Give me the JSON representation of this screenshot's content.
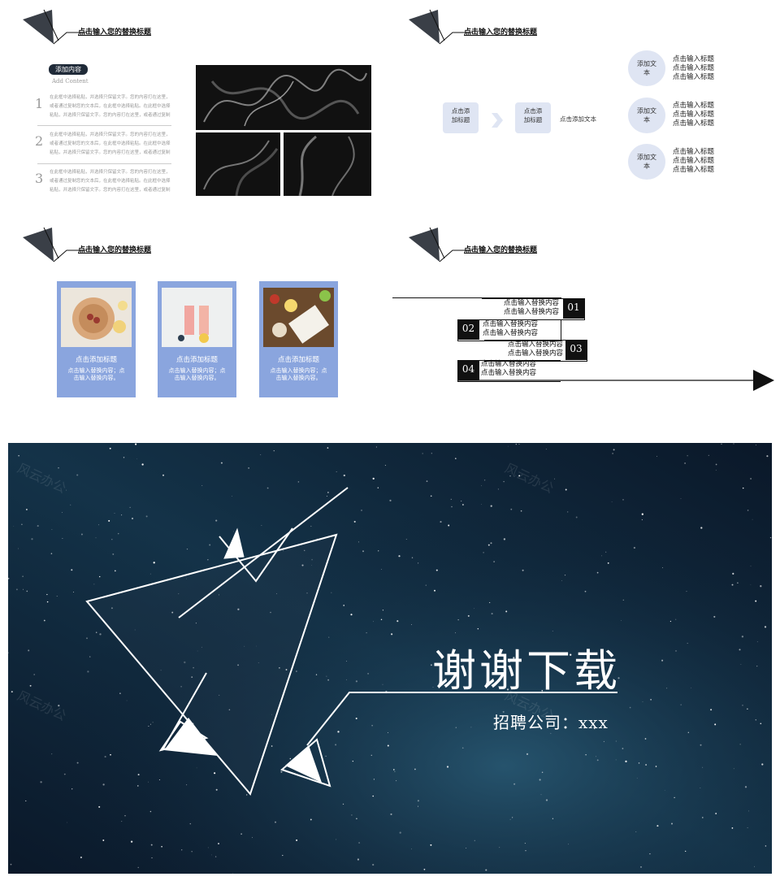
{
  "slide_title": "点击输入您的替换标题",
  "slide1": {
    "pill": "添加内容",
    "subtitle": "Add Content",
    "items": [
      {
        "num": "1",
        "text": "在此框中选择粘贴，并选择只保留文字。您的内容打在这里，或者通过复制您的文本后，在此框中选择粘贴。在此框中选择粘贴，并选择只保留文字。您的内容打在这里，或者通过复制您的文本后。"
      },
      {
        "num": "2",
        "text": "在此框中选择粘贴，并选择只保留文字。您的内容打在这里，或者通过复制您的文本后，在此框中选择粘贴。在此框中选择粘贴，并选择只保留文字。您的内容打在这里，或者通过复制您的文本后。"
      },
      {
        "num": "3",
        "text": "在此框中选择粘贴，并选择只保留文字。您的内容打在这里，或者通过复制您的文本后，在此框中选择粘贴。在此框中选择粘贴，并选择只保留文字。您的内容打在这里，或者通过复制您的文本后。"
      }
    ]
  },
  "slide2": {
    "box1": "点击添加标题",
    "box2": "点击添加标题",
    "side_text": "点击添加文本",
    "circles": [
      {
        "label": "添加文本",
        "lines": "点击输入标题\n点击输入标题\n点击输入标题"
      },
      {
        "label": "添加文本",
        "lines": "点击输入标题\n点击输入标题\n点击输入标题"
      },
      {
        "label": "添加文本",
        "lines": "点击输入标题\n点击输入标题\n点击输入标题"
      }
    ]
  },
  "slide3": {
    "cards": [
      {
        "title": "点击添加标题",
        "text": "点击输入替换内容；点击输入替换内容。"
      },
      {
        "title": "点击添加标题",
        "text": "点击输入替换内容；点击输入替换内容。"
      },
      {
        "title": "点击添加标题",
        "text": "点击输入替换内容；点击输入替换内容。"
      }
    ]
  },
  "slide4": {
    "steps": [
      {
        "num": "01",
        "text": "点击输入替换内容\n点击输入替换内容"
      },
      {
        "num": "02",
        "text": "点击输入替换内容\n点击输入替换内容"
      },
      {
        "num": "03",
        "text": "点击输入替换内容\n点击输入替换内容"
      },
      {
        "num": "04",
        "text": "点击输入替换内容\n点击输入替换内容"
      }
    ]
  },
  "ending": {
    "title": "谢谢下载",
    "subtitle": "招聘公司：xxx",
    "watermark": "风云办公",
    "colors": {
      "sky": "#0b1a2c",
      "line": "#ffffff"
    }
  }
}
